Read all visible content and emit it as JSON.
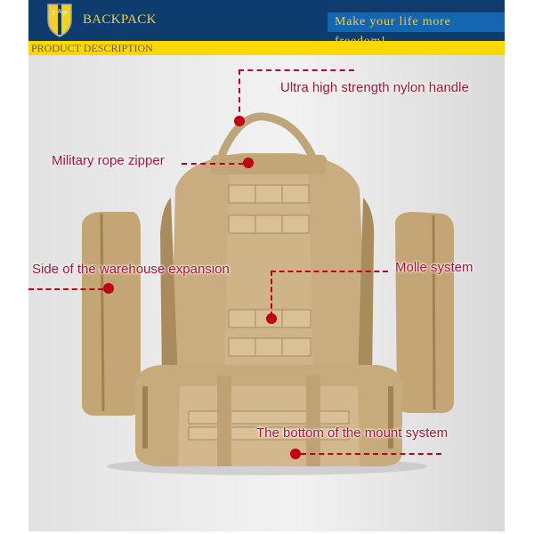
{
  "header": {
    "logo_letters": "TAP",
    "brand": "BACKPACK",
    "slogan": "Make your life more freedom!"
  },
  "section_title": "PRODUCT DESCRIPTION",
  "colors": {
    "header_bg": "#0f3c6e",
    "slogan_bg": "#1566b0",
    "accent_yellow": "#fbd800",
    "label_red": "#b0102a",
    "bag_tan": "#c9ad80"
  },
  "callouts": [
    {
      "label": "Ultra high strength nylon handle"
    },
    {
      "label": "Military rope zipper"
    },
    {
      "label": "Side of the warehouse expansion"
    },
    {
      "label": "Molle system"
    },
    {
      "label": "The bottom of the mount system"
    }
  ]
}
